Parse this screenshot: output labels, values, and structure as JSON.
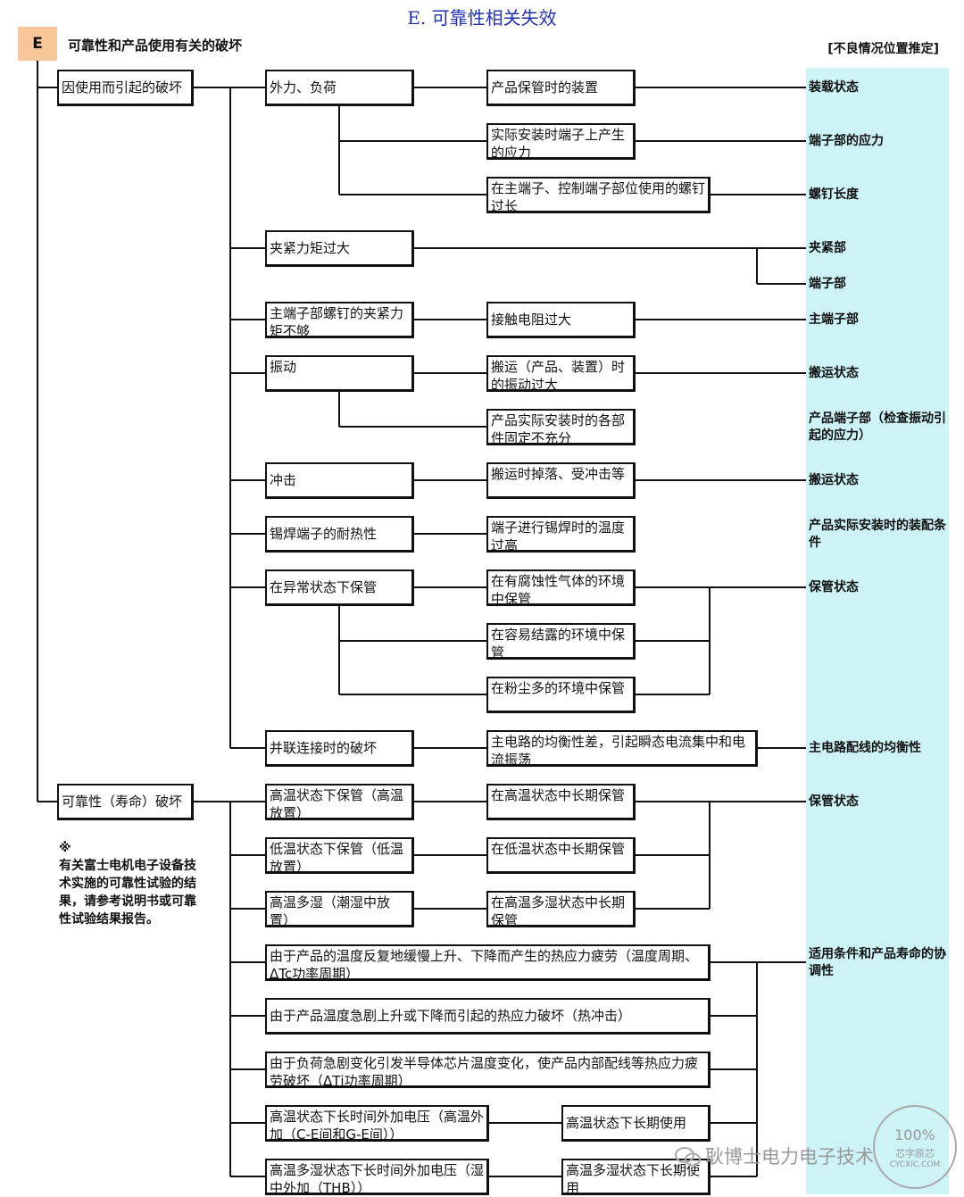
{
  "title": "E. 可靠性相关失效",
  "tag": "E",
  "heading": "可靠性和产品使用有关的破坏",
  "right_note": "[不良情况位置推定]",
  "colors": {
    "band": "#cdf3f7",
    "tag": "#f7c79a",
    "title": "#2233aa"
  },
  "level1": {
    "use": "因使用而引起的破坏",
    "life": "可靠性（寿命）破坏"
  },
  "causes": {
    "external_force": "外力、负荷",
    "clamp_excess": "夹紧力矩过大",
    "main_screw": "主端子部螺钉的夹紧力矩不够",
    "vibration": "振动",
    "impact": "冲击",
    "solder_heat": "锡焊端子的耐热性",
    "abnormal_storage": "在异常状态下保管",
    "parallel": "并联连接时的破坏",
    "high_temp": "高温状态下保管（高温放置）",
    "low_temp": "低温状态下保管（低温放置）",
    "high_humid": "高温多湿（潮湿中放置）",
    "thermal_cycle": "由于产品的温度反复地缓慢上升、下降而产生的热应力疲劳（温度周期、ΔTc功率周期）",
    "thermal_shock": "由于产品温度急剧上升或下降而引起的热应力破坏（热冲击）",
    "power_cycle": "由于负荷急剧变化引发半导体芯片温度变化，使产品内部配线等热应力疲劳破坏（ΔTj功率周期）",
    "htb": "高温状态下长时间外加电压（高温外加（C-E间和G-E间））",
    "thb": "高温多湿状态下长时间外加电压（湿中外加（THB））"
  },
  "details": {
    "storage_load": "产品保管时的装置",
    "terminal_stress": "实际安装时端子上产生的应力",
    "screw_length": "在主端子、控制端子部位使用的螺钉过长",
    "contact_resistance": "接触电阻过大",
    "transport_vibration": "搬运（产品、装置）时的振动过大",
    "fixing": "产品实际安装时的各部件固定不充分",
    "drop": "搬运时掉落、受冲击等",
    "solder_temp": "端子进行锡焊时的温度过高",
    "corrosive": "在有腐蚀性气体的环境中保管",
    "condensation": "在容易结露的环境中保管",
    "dusty": "在粉尘多的环境中保管",
    "balance": "主电路的均衡性差，引起瞬态电流集中和电流振荡",
    "long_high": "在高温状态中长期保管",
    "long_low": "在低温状态中长期保管",
    "long_humid": "在高温多湿状态中长期保管",
    "high_use": "高温状态下长期使用",
    "humid_use": "高温多湿状态下长期使用"
  },
  "results": {
    "loading": "装载状态",
    "terminal_stress": "端子部的应力",
    "screw_length": "螺钉长度",
    "clamp": "夹紧部",
    "terminal": "端子部",
    "main_terminal": "主端子部",
    "transport": "搬运状态",
    "product_terminal": "产品端子部（检查振动引起的应力）",
    "transport2": "搬运状态",
    "mounting": "产品实际安装时的装配条件",
    "storage": "保管状态",
    "wiring_balance": "主电路配线的均衡性",
    "storage2": "保管状态",
    "conditions": "适用条件和产品寿命的协调性"
  },
  "note": "※\n有关富士电机电子设备技术实施的可靠性试验的结果，请参考说明书或可靠性试验结果报告。",
  "watermark": "耿博士电力电子技术",
  "seal": {
    "line1": "100%",
    "line2": "芯字原芯",
    "line3": "CYCXIC.COM"
  }
}
